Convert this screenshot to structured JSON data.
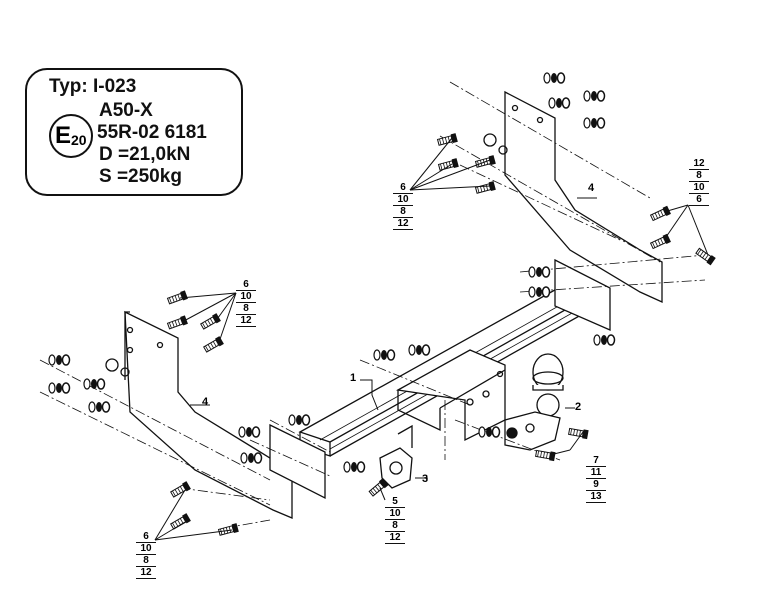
{
  "plate": {
    "typ": "Typ: I-023",
    "model": "A50-X",
    "emark_letter": "E",
    "emark_number": "20",
    "approval": "55R-02 6181",
    "d_value": "D =21,0kN",
    "s_value": "S =250kg"
  },
  "callouts": {
    "c1": "1",
    "c2": "2",
    "c3": "3",
    "c4a": "4",
    "c4b": "4",
    "stack_left_top": [
      "6",
      "10",
      "8",
      "12"
    ],
    "stack_left_bottom": [
      "6",
      "10",
      "8",
      "12"
    ],
    "stack_right_top": [
      "6",
      "10",
      "8",
      "12"
    ],
    "stack_right_far": [
      "12",
      "8",
      "10",
      "6"
    ],
    "stack_plate": [
      "5",
      "10",
      "8",
      "12"
    ],
    "stack_ball": [
      "7",
      "11",
      "9",
      "13"
    ]
  }
}
